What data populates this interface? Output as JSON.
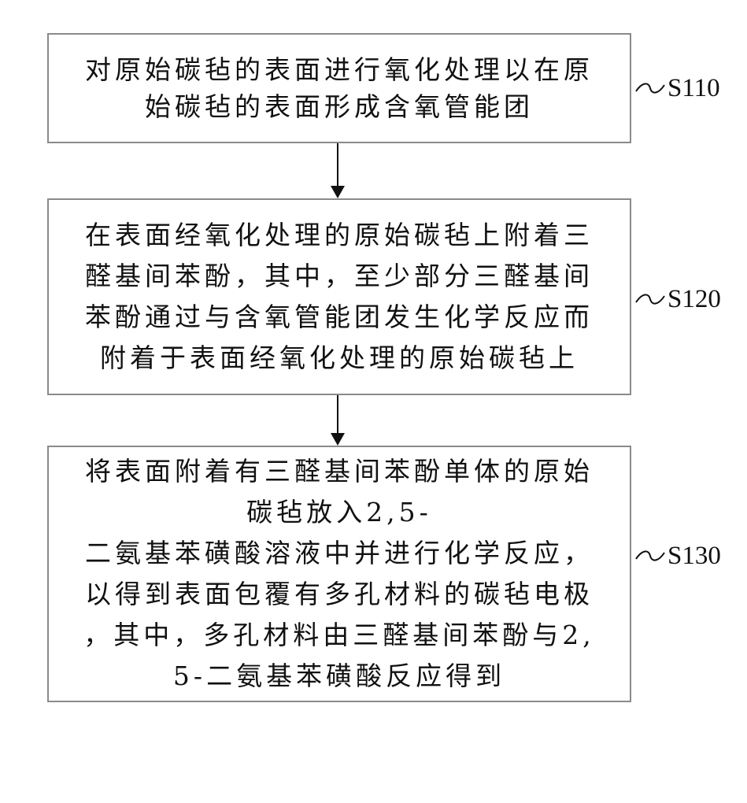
{
  "steps": [
    {
      "id": "S110",
      "label": "S110",
      "lines": [
        "对原始碳毡的表面进行氧化处理以在原",
        "始碳毡的表面形成含氧管能团"
      ]
    },
    {
      "id": "S120",
      "label": "S120",
      "lines": [
        "在表面经氧化处理的原始碳毡上附着三",
        "醛基间苯酚，其中，至少部分三醛基间",
        "苯酚通过与含氧管能团发生化学反应而",
        "附着于表面经氧化处理的原始碳毡上"
      ]
    },
    {
      "id": "S130",
      "label": "S130",
      "lines": [
        "将表面附着有三醛基间苯酚单体的原始",
        "碳毡放入2,5-",
        "二氨基苯磺酸溶液中并进行化学反应，",
        "以得到表面包覆有多孔材料的碳毡电极",
        "，其中，多孔材料由三醛基间苯酚与2,",
        "5-二氨基苯磺酸反应得到"
      ]
    }
  ]
}
